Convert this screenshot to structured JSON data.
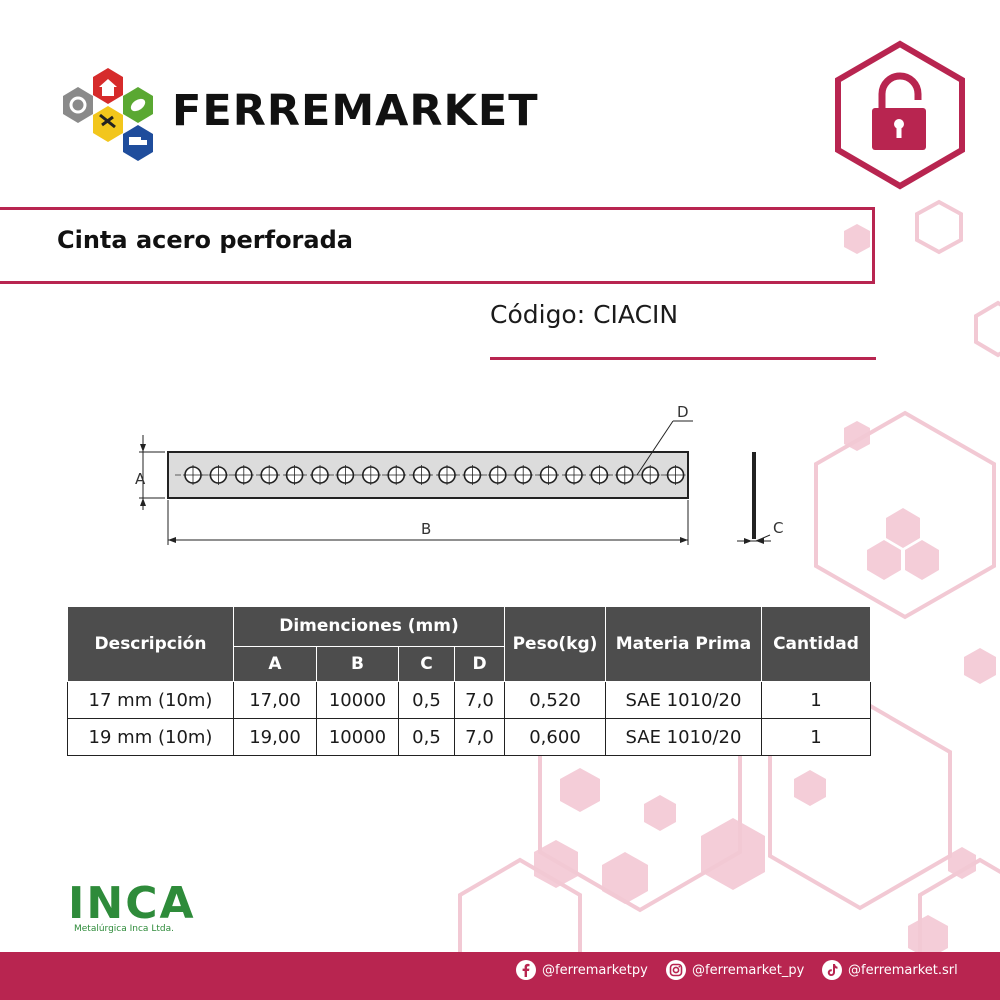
{
  "brand": {
    "name": "FERREMARKET"
  },
  "product": {
    "title": "Cinta acero perforada",
    "code": "Código: CIACIN"
  },
  "drawing": {
    "label_a": "A",
    "label_b": "B",
    "label_c": "C",
    "label_d": "D"
  },
  "table": {
    "headers": {
      "descripcion": "Descripción",
      "dimensiones": "Dimenciones (mm)",
      "a": "A",
      "b": "B",
      "c": "C",
      "d": "D",
      "peso": "Peso(kg)",
      "materia": "Materia Prima",
      "cantidad": "Cantidad"
    },
    "rows": [
      {
        "descripcion": "17 mm (10m)",
        "a": "17,00",
        "b": "10000",
        "c": "0,5",
        "d": "7,0",
        "peso": "0,520",
        "materia": "SAE 1010/20",
        "cantidad": "1"
      },
      {
        "descripcion": "19 mm (10m)",
        "a": "19,00",
        "b": "10000",
        "c": "0,5",
        "d": "7,0",
        "peso": "0,600",
        "materia": "SAE 1010/20",
        "cantidad": "1"
      }
    ]
  },
  "inca": {
    "name": "INCA",
    "subtitle": "Metalúrgica Inca Ltda."
  },
  "social": {
    "facebook": "@ferremarketpy",
    "instagram": "@ferremarket_py",
    "tiktok": "@ferremarket.srl"
  },
  "colors": {
    "accent": "#b82550",
    "header_bg": "#4d4d4d",
    "inca_green": "#2e8b3a",
    "hex_light": "#f2c9d4"
  },
  "icons": [
    "ferremarket-logo-icon",
    "lock-open-icon",
    "facebook-icon",
    "instagram-icon",
    "tiktok-icon"
  ]
}
